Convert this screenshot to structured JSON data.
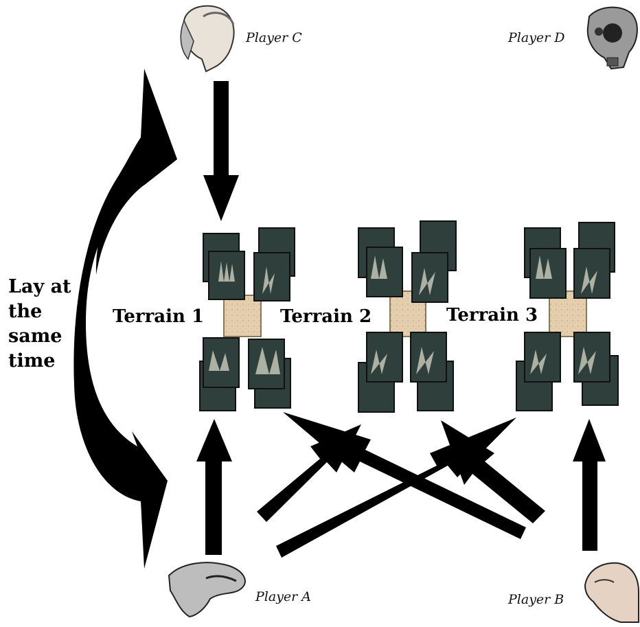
{
  "players": {
    "a": {
      "label": "Player A",
      "portrait_icon": "grey-alien-head-icon"
    },
    "b": {
      "label": "Player B",
      "portrait_icon": "bald-elf-head-icon"
    },
    "c": {
      "label": "Player C",
      "portrait_icon": "white-haired-elf-head-icon"
    },
    "d": {
      "label": "Player D",
      "portrait_icon": "robot-head-icon"
    }
  },
  "terrains": [
    {
      "label": "Terrain 1"
    },
    {
      "label": "Terrain 2"
    },
    {
      "label": "Terrain 3"
    }
  ],
  "side_note": {
    "lines": [
      "Lay at",
      "the",
      "same",
      "time"
    ]
  },
  "colors": {
    "arrow": "#000000",
    "card_bg": "#2f3f3b",
    "card_border": "#101010",
    "terrain_tile": "#e3cfae"
  }
}
